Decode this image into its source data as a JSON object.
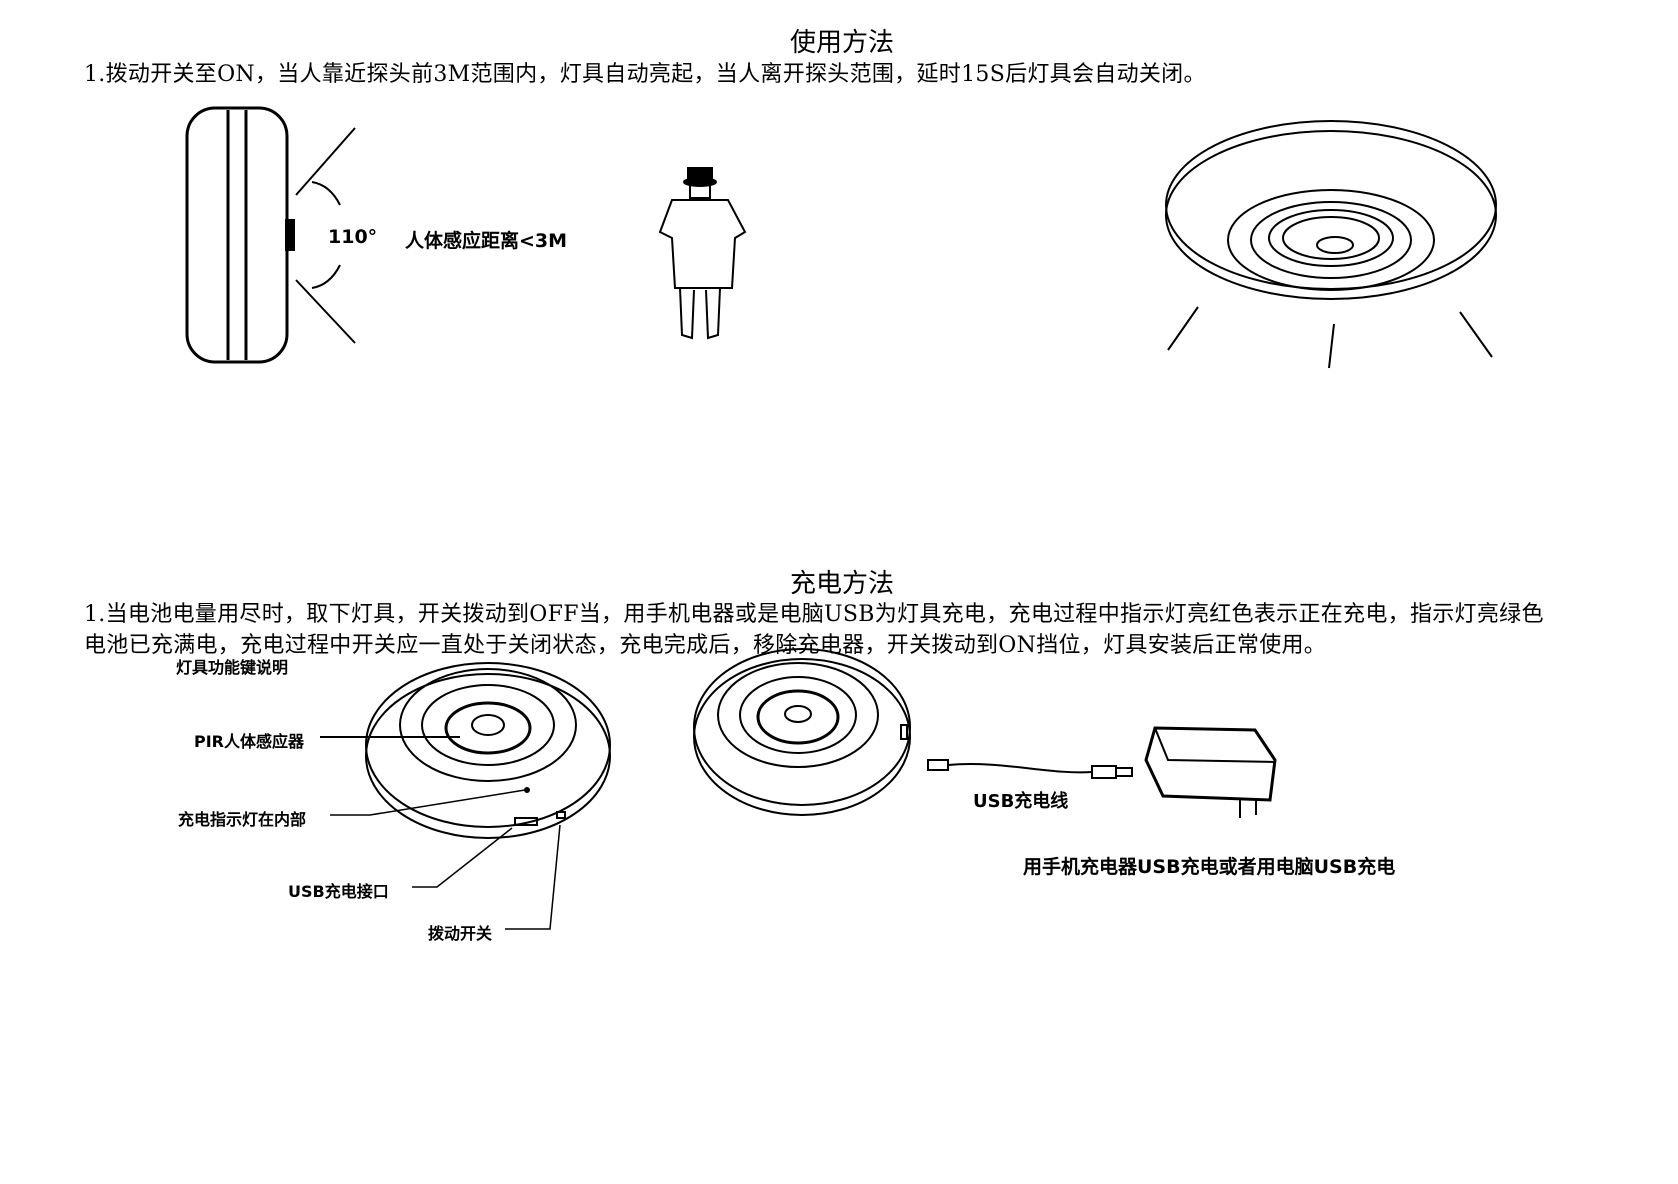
{
  "usage": {
    "title": "使用方法",
    "step1": "1.拨动开关至ON，当人靠近探头前3M范围内，灯具自动亮起，当人离开探头范围，延时15S后灯具会自动关闭。",
    "angle_label": "110°",
    "range_label": "人体感应距离<3M"
  },
  "charging": {
    "title": "充电方法",
    "step1_line1": "1.当电池电量用尽时，取下灯具，开关拨动到OFF当，用手机电器或是电脑USB为灯具充电，充电过程中指示灯亮红色表示正在充电，指示灯亮绿色",
    "step1_line2": "电池已充满电，充电过程中开关应一直处于关闭状态，充电完成后，移除充电器，开关拨动到ON挡位，灯具安装后正常使用。",
    "diagram_title": "灯具功能键说明",
    "labels": {
      "pir": "PIR人体感应器",
      "indicator": "充电指示灯在内部",
      "usb_port": "USB充电接口",
      "switch": "拨动开关",
      "cable": "USB充电线",
      "charger_note": "用手机充电器USB充电或者用电脑USB充电"
    }
  }
}
